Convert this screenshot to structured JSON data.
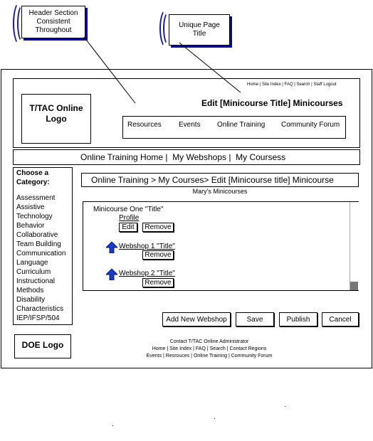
{
  "callouts": {
    "header": "Header Section Consistent Throughout",
    "title": "Unique Page Title"
  },
  "utility_links": [
    "Home",
    "Site Index",
    "FAQ",
    "Search",
    "Staff Logout"
  ],
  "logo": "T/TAC Online Logo",
  "page_title": "Edit [Minicourse Title] Minicourses",
  "top_nav": [
    "Resources",
    "Events",
    "Online Training",
    "Community Forum"
  ],
  "sub_nav": [
    "Online Training Home",
    "My Webshops",
    "My Coursess"
  ],
  "sidebar": {
    "heading": "Choose a Category:",
    "items": [
      "Assessment",
      "Assistive Technology",
      "Behavior",
      "Collaborative Team Building",
      "Communication",
      "Language",
      "Curriculum",
      "Instructional Methods",
      "Disability Characteristics",
      "IEP/IFSP/504"
    ]
  },
  "breadcrumb": "Online Training > My Courses> Edit [Minicourse title] Minicourse",
  "subtitle": "Mary's Minicourses",
  "minicourse": {
    "title": "Minicourse One \"Title\"",
    "profile_label": "Profile",
    "edit_label": "Edit",
    "remove_label": "Remove",
    "webshops": [
      {
        "title": "Webshop 1 \"Title\"",
        "remove_label": "Remove"
      },
      {
        "title": "Webshop 2 \"Title\"",
        "remove_label": "Remove"
      }
    ]
  },
  "actions": {
    "add_new_webshop": "Add New Webshop",
    "save": "Save",
    "publish": "Publish",
    "cancel": "Cancel"
  },
  "doe_logo": "DOE Logo",
  "footer": {
    "contact": "Contact T/TAC Online Administrator",
    "line1": "Home | Site Index | FAQ | Search | Contact Regions",
    "line2": "Events | Resrouces | Online Training | Community Forum"
  }
}
